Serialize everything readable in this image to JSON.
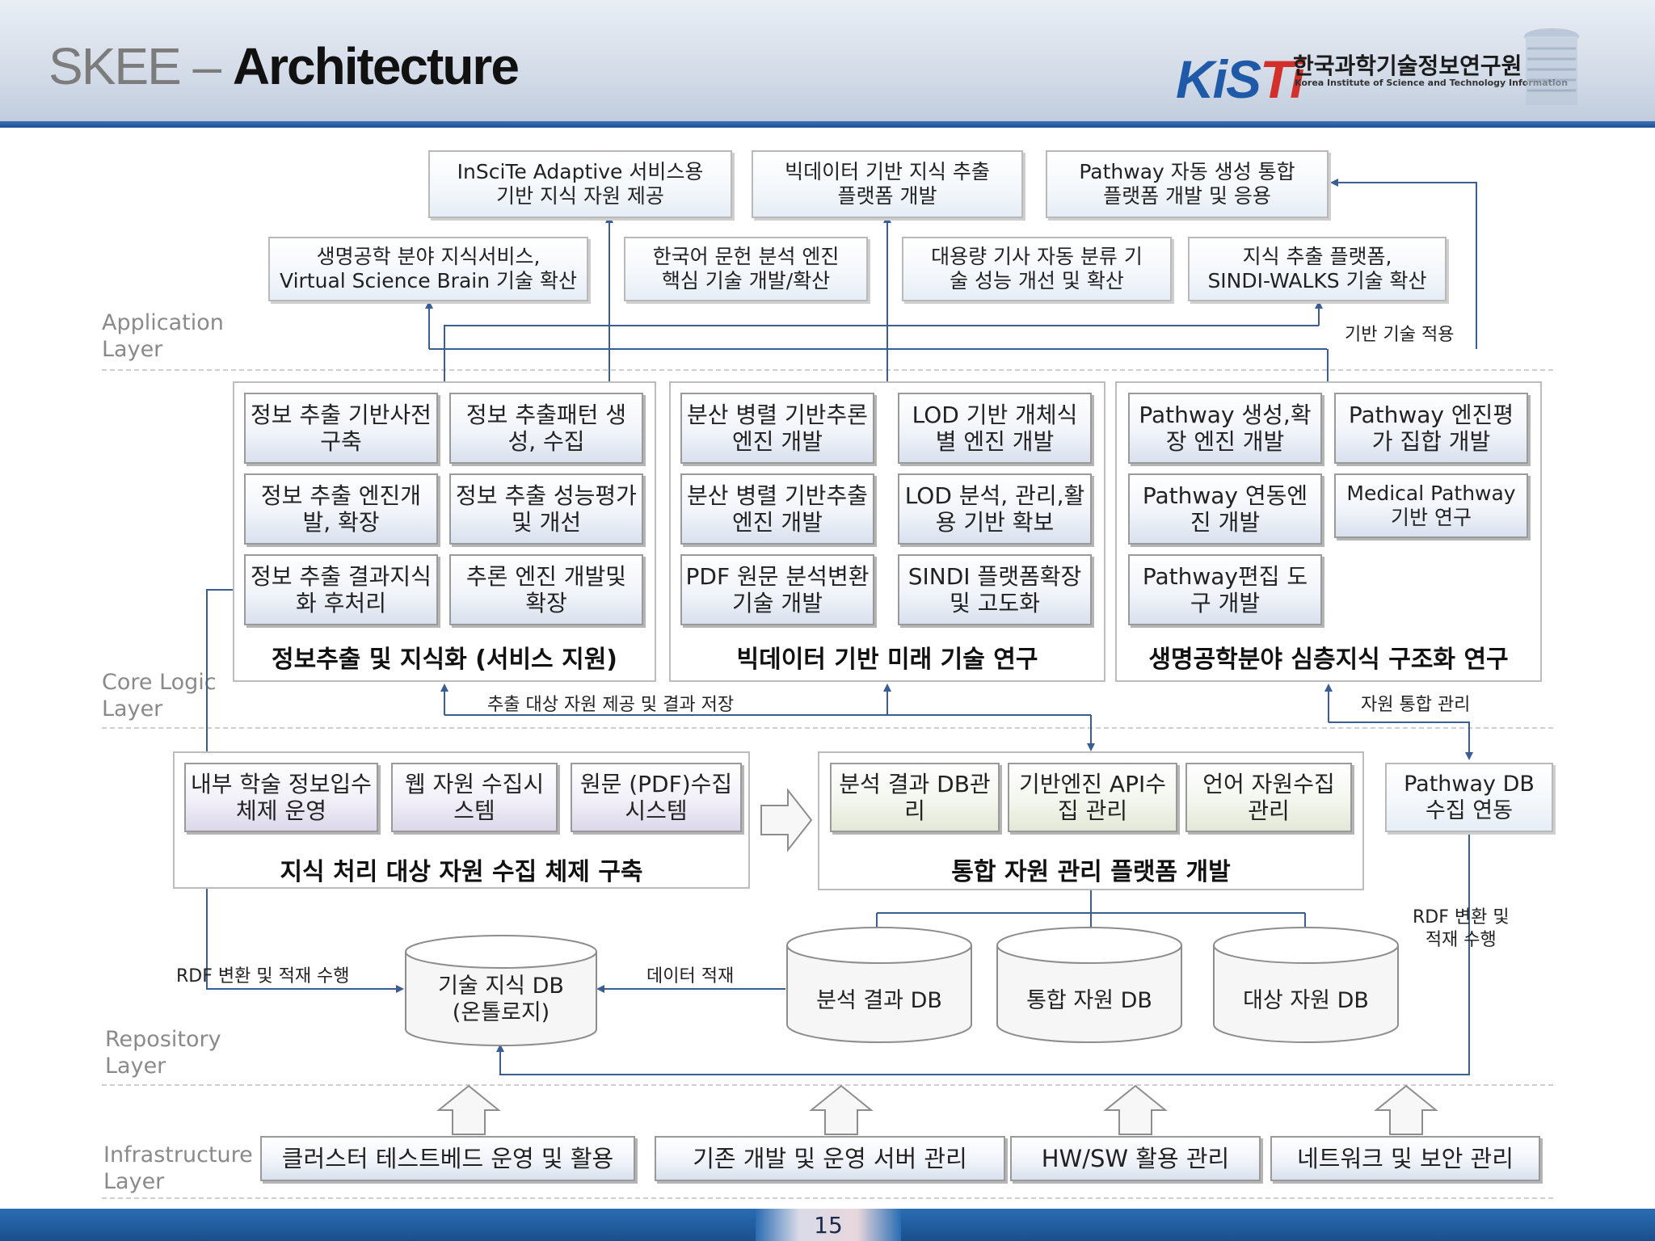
{
  "header": {
    "title_prefix": "SKEE –",
    "title_main": "Architecture",
    "logo_mark_a": "KiS",
    "logo_mark_b": "Ti",
    "logo_korean": "한국과학기술정보연구원",
    "logo_english": "Korea Institute of Science and Technology Information"
  },
  "layers": {
    "application": [
      "Application",
      "Layer"
    ],
    "core": [
      "Core Logic",
      "Layer"
    ],
    "repository": [
      "Repository",
      "Layer"
    ],
    "infrastructure": [
      "Infrastructure",
      "Layer"
    ]
  },
  "application": {
    "top": [
      [
        "InSciTe Adaptive 서비스용",
        "기반 지식 자원 제공"
      ],
      [
        "빅데이터 기반 지식 추출",
        "플랫폼 개발"
      ],
      [
        "Pathway 자동 생성 통합",
        "플랫폼 개발 및 응용"
      ]
    ],
    "second": [
      [
        "생명공학 분야 지식서비스,",
        "Virtual Science Brain 기술 확산"
      ],
      [
        "한국어 문헌 분석 엔진",
        "핵심 기술 개발/확산"
      ],
      [
        "대용량 기사 자동 분류 기",
        "술 성능 개선 및 확산"
      ],
      [
        "지식 추출 플랫폼,",
        "SINDI-WALKS 기술 확산"
      ]
    ],
    "note_base_tech": "기반 기술 적용"
  },
  "core": {
    "panel1": {
      "title": "정보추출 및 지식화 (서비스 지원)",
      "cells": [
        [
          "정보 추출 기반",
          "사전 구축"
        ],
        [
          "정보 추출",
          "패턴 생성, 수집"
        ],
        [
          "정보 추출 엔진",
          "개발, 확장"
        ],
        [
          "정보 추출 성능",
          "평가 및 개선"
        ],
        [
          "정보 추출 결과",
          "지식화 후처리"
        ],
        [
          "추론 엔진 개발",
          "및 확장"
        ]
      ]
    },
    "panel2": {
      "title": "빅데이터 기반 미래 기술 연구",
      "cells": [
        [
          "분산 병렬 기반",
          "추론 엔진 개발"
        ],
        [
          "LOD 기반 개체",
          "식별 엔진 개발"
        ],
        [
          "분산 병렬 기반",
          "추출 엔진 개발"
        ],
        [
          "LOD 분석, 관리,",
          "활용 기반 확보"
        ],
        [
          "PDF 원문 분석",
          "변환 기술 개발"
        ],
        [
          "SINDI 플랫폼",
          "확장 및 고도화"
        ]
      ]
    },
    "panel3": {
      "title": "생명공학분야 심층지식 구조화 연구",
      "cells": [
        [
          "Pathway 생성,",
          "확장 엔진 개발"
        ],
        [
          "Pathway 엔진",
          "평가 집합 개발"
        ],
        [
          "Pathway 연동",
          "엔진 개발"
        ],
        [
          "Medical Pathway",
          "기반 연구"
        ],
        [
          "Pathway",
          "편집 도구 개발"
        ]
      ]
    },
    "note_supply": "추출 대상 자원 제공 및 결과 저장",
    "note_integration": "자원 통합 관리"
  },
  "collection": {
    "panel_left": {
      "title": "지식 처리 대상 자원 수집 체제 구축",
      "cells": [
        [
          "내부 학술 정보",
          "입수 체제 운영"
        ],
        [
          "웹 자원 수집",
          "시스템"
        ],
        [
          "원문 (PDF)",
          "수집 시스템"
        ]
      ]
    },
    "panel_right": {
      "title": "통합 자원 관리 플랫폼 개발",
      "cells": [
        [
          "분석 결과 DB",
          "관리"
        ],
        [
          "기반엔진 API",
          "수집 관리"
        ],
        [
          "언어 자원",
          "수집 관리"
        ]
      ]
    },
    "pathway_db": [
      "Pathway DB",
      "수집 연동"
    ]
  },
  "repository": {
    "knowledge_db": [
      "기술 지식 DB",
      "(온톨로지)"
    ],
    "dbs": [
      "분석 결과 DB",
      "통합 자원 DB",
      "대상 자원 DB"
    ],
    "note_rdf_left": "RDF 변환 및 적재 수행",
    "note_load": "데이터 적재",
    "note_rdf_right": [
      "RDF 변환 및",
      "적재 수행"
    ]
  },
  "infrastructure": {
    "items": [
      "클러스터 테스트베드 운영 및 활용",
      "기존 개발 및 운영 서버 관리",
      "HW/SW 활용 관리",
      "네트워크 및 보안 관리"
    ]
  },
  "footer": {
    "page_number": "15"
  },
  "colors": {
    "connector": "#3a5d93",
    "header_rule": "#1f4f93",
    "footer": "#1f5a9c"
  }
}
